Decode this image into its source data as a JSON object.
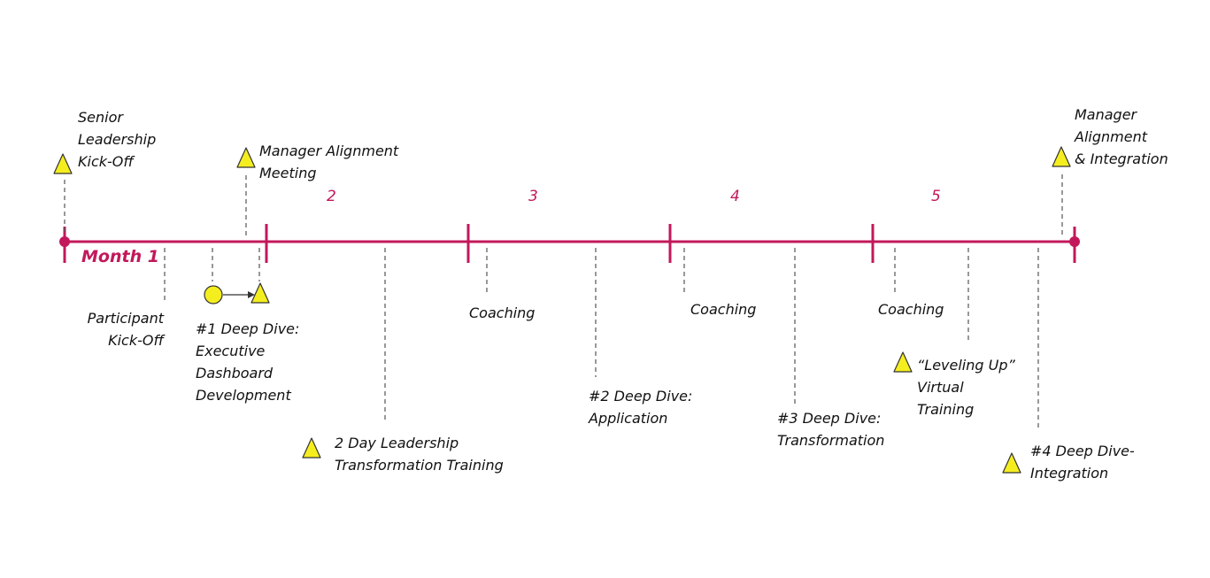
{
  "colors": {
    "axis": "#c2185b",
    "dash": "#555555",
    "marker_fill": "#f5ee1f",
    "marker_stroke": "#333333",
    "text": "#111111"
  },
  "months": [
    "Month 1",
    "2",
    "3",
    "4",
    "5"
  ],
  "events": [
    {
      "id": "senior-leadership-kickoff",
      "label": "Senior\nLeadership\nKick-Off",
      "icon": "triangle-icon"
    },
    {
      "id": "manager-alignment-meeting",
      "label": "Manager Alignment\nMeeting",
      "icon": "triangle-icon"
    },
    {
      "id": "manager-alignment-integration",
      "label": "Manager\nAlignment\n& Integration",
      "icon": "triangle-icon"
    },
    {
      "id": "participant-kickoff",
      "label": "Participant\nKick-Off",
      "icon": ""
    },
    {
      "id": "deep-dive-1",
      "label": "#1 Deep Dive:\nExecutive\nDashboard\nDevelopment",
      "icon": "circle-arrow-triangle-icon"
    },
    {
      "id": "two-day-training",
      "label": "2 Day Leadership\nTransformation Training",
      "icon": "triangle-icon"
    },
    {
      "id": "coaching-1",
      "label": "Coaching",
      "icon": ""
    },
    {
      "id": "deep-dive-2",
      "label": "#2 Deep Dive:\nApplication",
      "icon": ""
    },
    {
      "id": "coaching-2",
      "label": "Coaching",
      "icon": ""
    },
    {
      "id": "deep-dive-3",
      "label": "#3 Deep Dive:\nTransformation",
      "icon": ""
    },
    {
      "id": "coaching-3",
      "label": "Coaching",
      "icon": ""
    },
    {
      "id": "leveling-up",
      "label": "“Leveling Up”\nVirtual\nTraining",
      "icon": "triangle-icon"
    },
    {
      "id": "deep-dive-4",
      "label": "#4 Deep Dive-\nIntegration",
      "icon": "triangle-icon"
    }
  ]
}
